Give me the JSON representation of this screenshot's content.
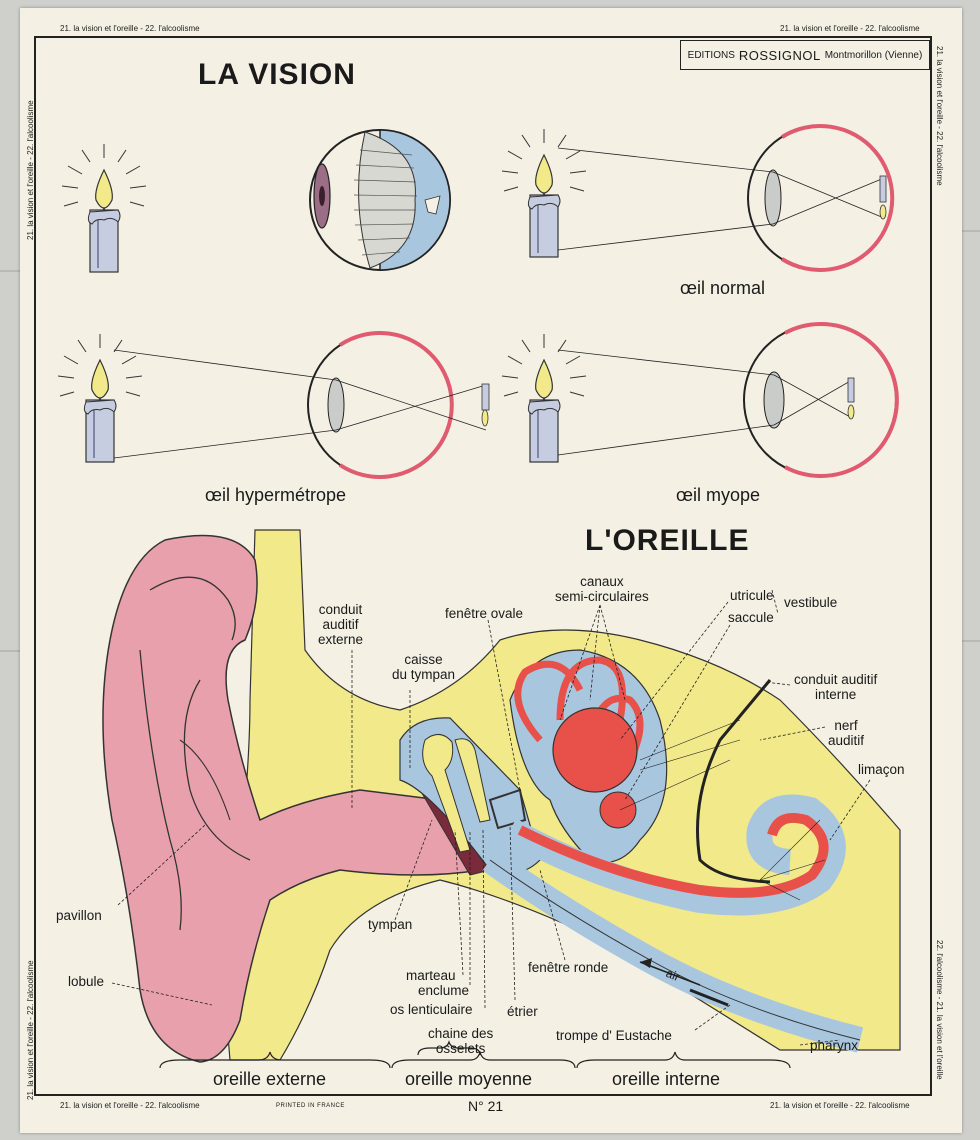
{
  "margin": {
    "top_left": "21. la vision et l'oreille - 22. l'alcoolisme",
    "top_right": "21. la vision et l'oreille - 22. l'alcoolisme",
    "left_upper": "21. la vision et l'oreille - 22. l'alcoolisme",
    "left_lower": "21. la vision et l'oreille - 22. l'alcoolisme",
    "right_upper": "21. la vision et l'oreille - 22. l'alcoolisme",
    "right_lower": "22. l'alcoolisme - 21. la vision et l'oreille",
    "bottom_left": "21. la vision et l'oreille - 22. l'alcoolisme",
    "bottom_right": "21. la vision et l'oreille - 22. l'alcoolisme"
  },
  "publisher": {
    "prefix": "EDITIONS",
    "brand": "ROSSIGNOL",
    "city": "Montmorillon (Vienne)"
  },
  "vision": {
    "title": "LA VISION",
    "normal": "œil normal",
    "hyper": "œil hypermétrope",
    "myope": "œil myope"
  },
  "ear": {
    "title": "L'OREILLE",
    "labels": {
      "conduit_externe": "conduit\nauditif\nexterne",
      "caisse": "caisse\ndu tympan",
      "fenetre_ovale": "fenêtre ovale",
      "canaux": "canaux\nsemi-circulaires",
      "utricule": "utricule",
      "saccule": "saccule",
      "vestibule": "vestibule",
      "conduit_interne": "conduit auditif\ninterne",
      "nerf": "nerf\nauditif",
      "limacon": "limaçon",
      "pavillon": "pavillon",
      "tympan": "tympan",
      "lobule": "lobule",
      "marteau": "marteau",
      "enclume": "enclume",
      "os_lenticulaire": "os lenticulaire",
      "etrier": "étrier",
      "fenetre_ronde": "fenêtre ronde",
      "air": "air",
      "chaine": "chaine des\nosselets",
      "trompe": "trompe d' Eustache",
      "pharynx": "pharynx"
    },
    "regions": {
      "externe": "oreille externe",
      "moyenne": "oreille moyenne",
      "interne": "oreille interne"
    }
  },
  "footer": {
    "number": "N° 21",
    "printed": "PRINTED IN FRANCE"
  },
  "colors": {
    "paper": "#f4f0e4",
    "pink": "#e8a0ac",
    "yellow": "#f2e98a",
    "blue": "#a9c6df",
    "red": "#e8504a",
    "ink": "#1a1a1a"
  }
}
